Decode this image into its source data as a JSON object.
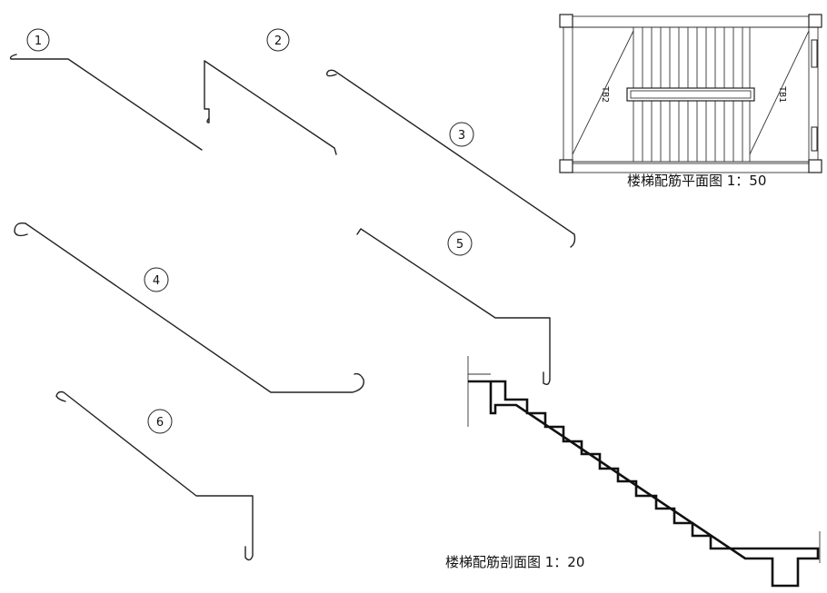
{
  "bars": [
    {
      "number": "1"
    },
    {
      "number": "2"
    },
    {
      "number": "3"
    },
    {
      "number": "4"
    },
    {
      "number": "5"
    },
    {
      "number": "6"
    }
  ],
  "plan_view": {
    "caption": "楼梯配筋平面图 1：50",
    "flight_labels": [
      "TB2",
      "TB1"
    ]
  },
  "section_view": {
    "caption": "楼梯配筋剖面图 1：20"
  }
}
